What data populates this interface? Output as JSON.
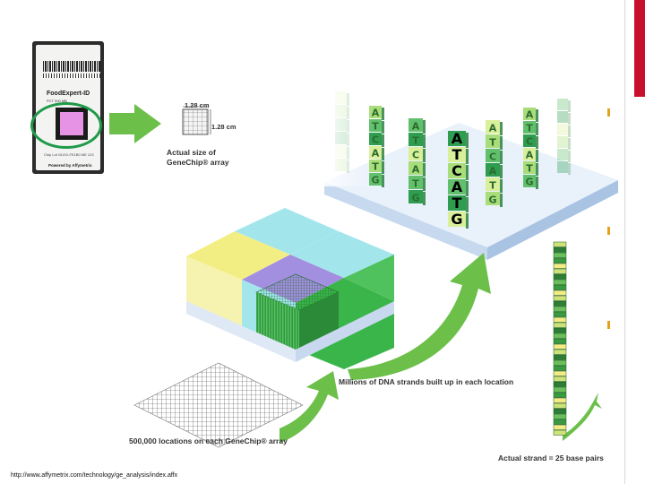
{
  "chip": {
    "brand": "FoodExpert-ID",
    "model": "PCT 000 MB",
    "small_text": "Chip Lot GLEG-FE1B0 ME 123",
    "powered_by": "Powered by Affymetrix"
  },
  "labels": {
    "width_dim": "1.28 cm",
    "height_dim": "1.28 cm",
    "actual_size": "Actual size of GeneChip® array",
    "strands": "Millions of DNA strands built up in each location",
    "locations": "500,000 locations on each GeneChip® array",
    "strand": "Actual strand = 25 base pairs"
  },
  "sequence": [
    "A",
    "T",
    "C",
    "A",
    "T",
    "G"
  ],
  "url": "http://www.affymetrix.com/technology/ge_analysis/index.affx",
  "colors": {
    "accent_red": "#c8102e",
    "bullet": "#e2a21a",
    "arrow_green": "#6cc04a",
    "circle_green": "#1e9a4a",
    "chip_pink": "#e693e6",
    "grid_yellow": "#f3ee84",
    "grid_purple": "#a38fe0",
    "grid_cyan": "#a2e6ec",
    "grid_green": "#3ab54a"
  }
}
